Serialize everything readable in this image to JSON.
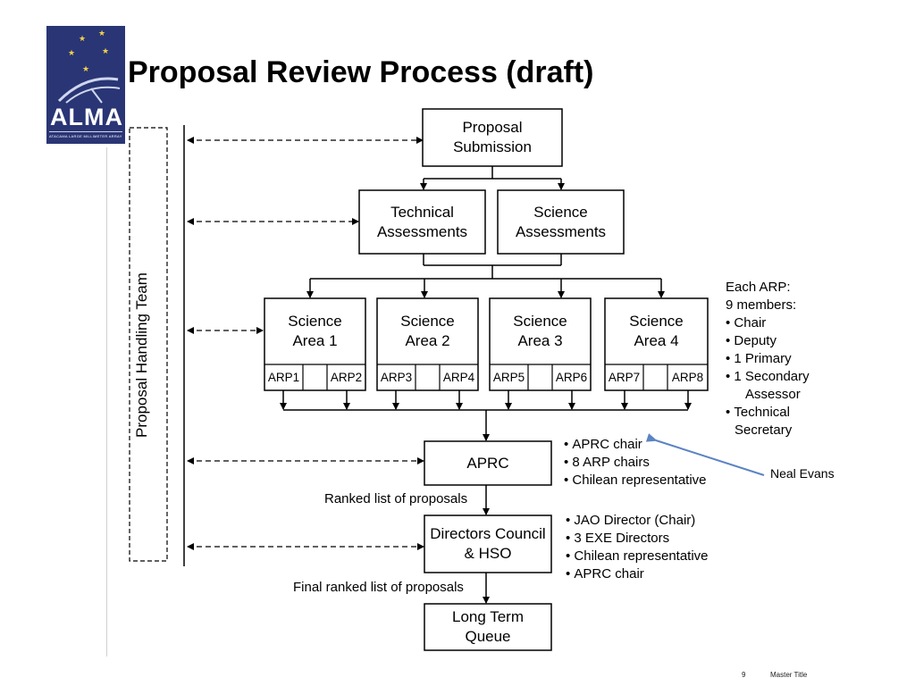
{
  "slide": {
    "title": "Proposal Review Process (draft)",
    "page_number": "9",
    "footer_title": "Master Title"
  },
  "logo": {
    "name": "ALMA",
    "subtitle": "ATACAMA LARGE MILLIMETER ARRAY"
  },
  "diagram": {
    "phase_label": "Proposal Handling Team",
    "nodes": {
      "submission": "Proposal Submission",
      "technical": "Technical Assessments",
      "science": "Science Assessments",
      "area1": "Science Area 1",
      "area2": "Science Area 2",
      "area3": "Science Area 3",
      "area4": "Science Area 4",
      "aprc": "APRC",
      "directors": "Directors Council & HSO",
      "queue": "Long Term Queue"
    },
    "arps": [
      "ARP1",
      "ARP2",
      "ARP3",
      "ARP4",
      "ARP5",
      "ARP6",
      "ARP7",
      "ARP8"
    ],
    "edge_labels": {
      "ranked": "Ranked list of proposals",
      "final_ranked": "Final ranked list of proposals"
    },
    "arp_note": {
      "heading1": "Each ARP:",
      "heading2": "9 members:",
      "items": [
        "Chair",
        "Deputy",
        "1 Primary",
        "1 Secondary",
        "Technical"
      ],
      "continuations": [
        "Assessor",
        "Secretary"
      ]
    },
    "aprc_members": [
      "APRC chair",
      "8 ARP chairs",
      "Chilean representative"
    ],
    "directors_members": [
      "JAO Director (Chair)",
      "3 EXE Directors",
      "Chilean representative",
      "APRC chair"
    ],
    "annotation": "Neal Evans"
  },
  "colors": {
    "logo_background": "#2a3575",
    "logo_stars": "#f2d14a",
    "annotation_arrow": "#5b84c4"
  }
}
